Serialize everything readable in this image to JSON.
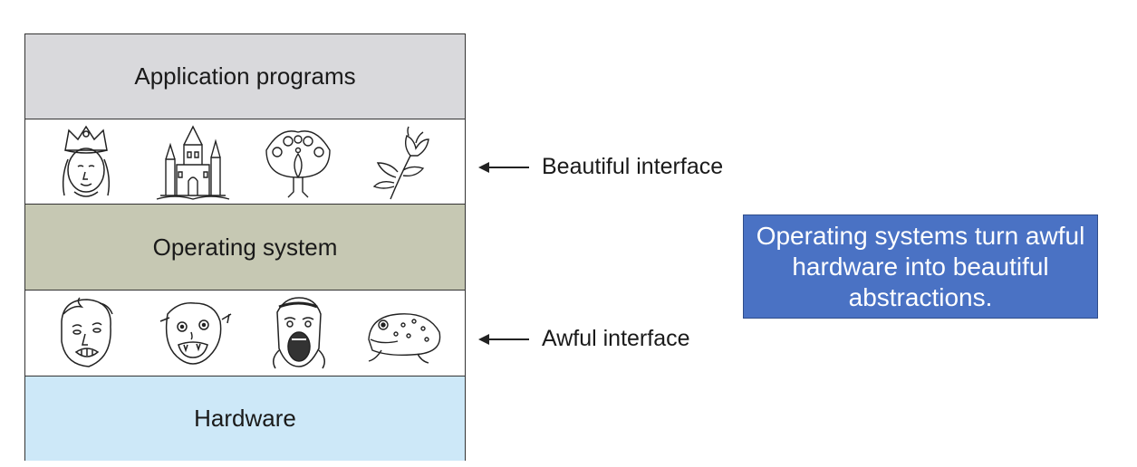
{
  "layers": {
    "application": "Application programs",
    "os": "Operating system",
    "hardware": "Hardware"
  },
  "icons": {
    "beautiful": [
      "queen-icon",
      "castle-icon",
      "peacock-icon",
      "flower-icon"
    ],
    "awful": [
      "grimacing-face-icon",
      "monster-face-icon",
      "screaming-face-icon",
      "toad-icon"
    ]
  },
  "annotations": {
    "beautiful": "Beautiful interface",
    "awful": "Awful interface"
  },
  "callout": {
    "text": "Operating systems turn awful hardware into beautiful abstractions."
  },
  "colors": {
    "application_bg": "#d9d9dc",
    "os_bg": "#c6c8b3",
    "hardware_bg": "#cde8f8",
    "callout_bg": "#4a72c4"
  }
}
